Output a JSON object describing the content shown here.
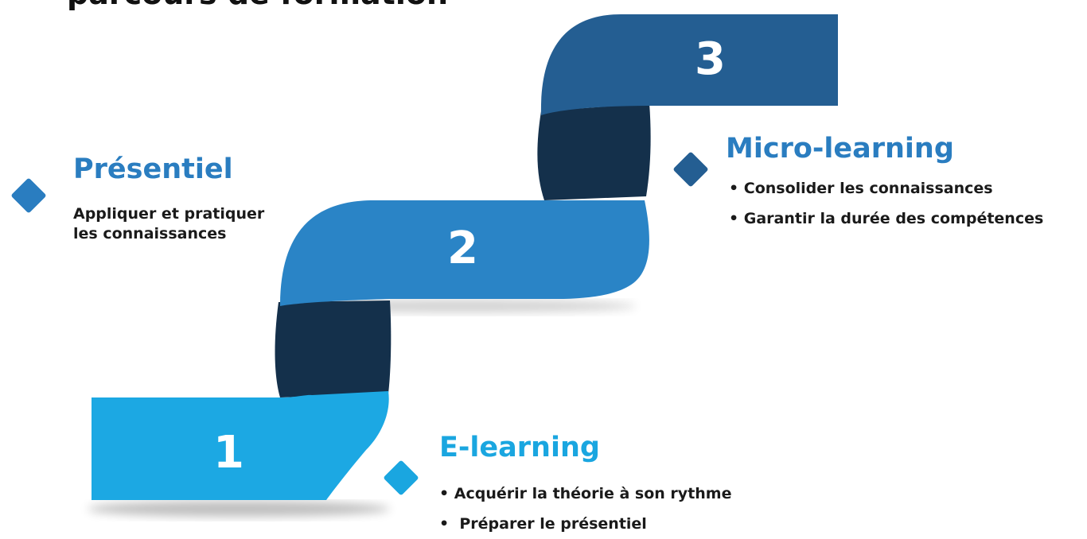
{
  "top_cut_text": "parcours de formation",
  "colors": {
    "step1": "#1ca8e3",
    "step2": "#2a84c6",
    "step3": "#245e92",
    "fold": "#14304b",
    "title_blue": "#2a7dc0",
    "step1_accent": "#1aa6e0",
    "text_dark": "#1a1a1a"
  },
  "steps": [
    {
      "number": "1",
      "title": "E-learning",
      "bullets": [
        "Acquérir la théorie à son rythme",
        " Préparer le présentiel"
      ]
    },
    {
      "number": "2",
      "title": "Présentiel",
      "description_lines": [
        "Appliquer et pratiquer",
        "les connaissances"
      ]
    },
    {
      "number": "3",
      "title": "Micro-learning",
      "bullets": [
        "Consolider les connaissances",
        "Garantir la durée des compétences"
      ]
    }
  ]
}
